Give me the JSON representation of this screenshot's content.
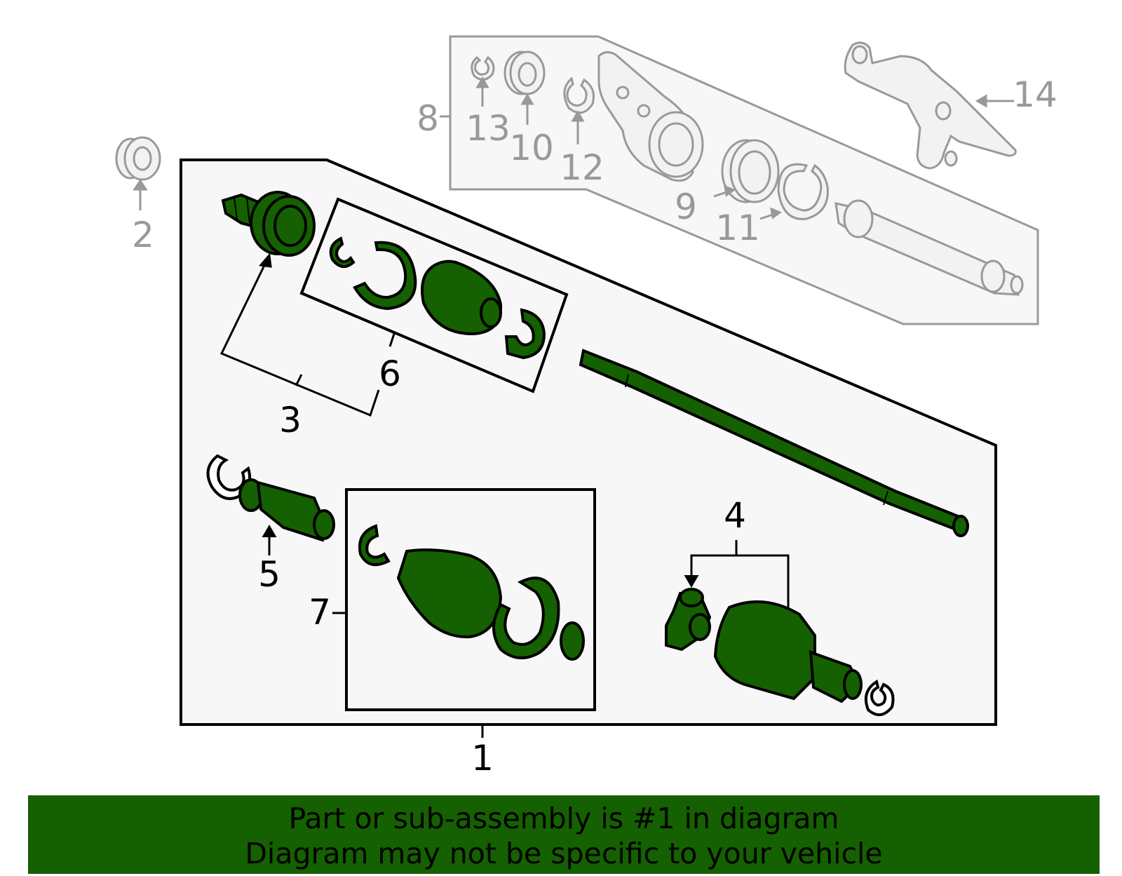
{
  "colors": {
    "part_green": "#156000",
    "outline": "#000000",
    "grey_outline": "#999999",
    "panel_fill": "#f7f7f7",
    "banner_bg": "#156000"
  },
  "callouts": {
    "c1": "1",
    "c2": "2",
    "c3": "3",
    "c4": "4",
    "c5": "5",
    "c6": "6",
    "c7": "7",
    "c8": "8",
    "c9": "9",
    "c10": "10",
    "c11": "11",
    "c12": "12",
    "c13": "13",
    "c14": "14"
  },
  "banner": {
    "line1": "Part or sub-assembly is #1 in diagram",
    "line2": "Diagram may not be specific to your vehicle"
  }
}
